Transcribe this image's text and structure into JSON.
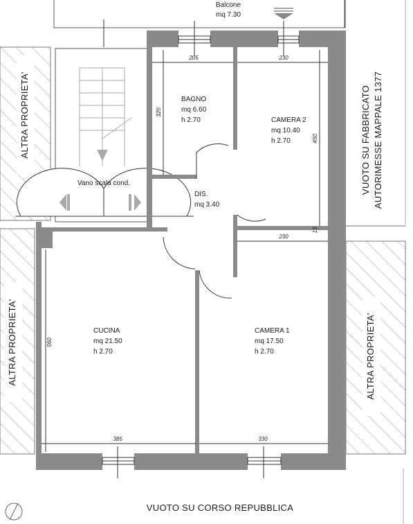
{
  "balcony": {
    "name": "Balcone",
    "area": "mq 7.30"
  },
  "rooms": {
    "bagno": {
      "name": "BAGNO",
      "area": "mq 6.60",
      "height": "h 2.70"
    },
    "camera2": {
      "name": "CAMERA 2",
      "area": "mq 10.40",
      "height": "h 2.70"
    },
    "dis": {
      "name": "DIS.",
      "area": "mq 3.40"
    },
    "cucina": {
      "name": "CUCINA",
      "area": "mq 21.50",
      "height": "h 2.70"
    },
    "camera1": {
      "name": "CAMERA 1",
      "area": "mq 17.50",
      "height": "h 2.70"
    },
    "stair": {
      "name": "Vano scala cond."
    }
  },
  "dimensions": {
    "bagno_width": "205",
    "camera2_width": "230",
    "bagno_depth": "320",
    "camera2_depth": "450",
    "wall_small": "13",
    "camera1_top_width": "230",
    "cucina_depth": "560",
    "cucina_width": "385",
    "camera1_width": "330"
  },
  "labels": {
    "altra_top_left": "ALTRA PROPRIETA'",
    "altra_bottom_left": "ALTRA PROPRIETA'",
    "altra_right": "ALTRA PROPRIETA'",
    "vuoto_fabbricato_1": "VUOTO SU FABBRICATO",
    "vuoto_fabbricato_2": "AUTORIMESSE MAPPALE 1377",
    "vuoto_corso": "VUOTO SU CORSO REPUBBLICA"
  },
  "colors": {
    "wall": "#8a8a8a",
    "line": "#333333",
    "hatch": "#9a9a9a"
  }
}
